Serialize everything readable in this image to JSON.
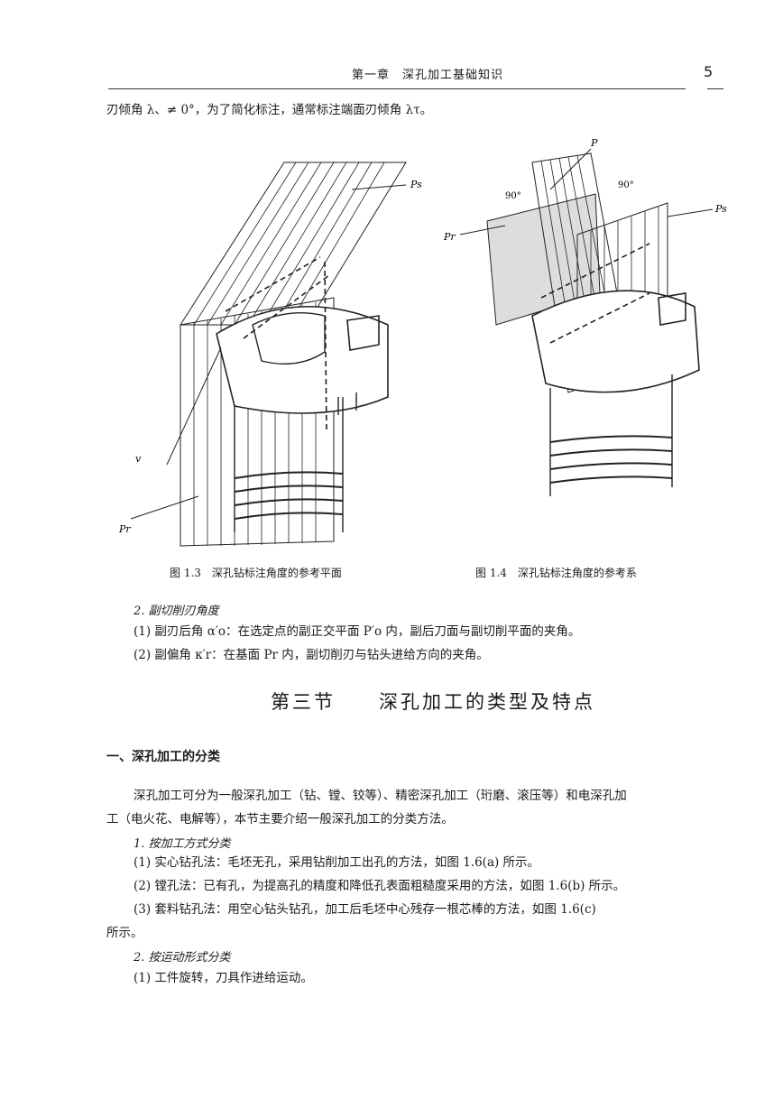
{
  "header": {
    "chapter_title": "第一章　深孔加工基础知识",
    "page_number": "5"
  },
  "intro_line": "刃倾角 λ、≠ 0°，为了简化标注，通常标注端面刃倾角 λτ。",
  "figures": {
    "fig3": {
      "caption": "图 1.3　深孔钻标注角度的参考平面",
      "labels": {
        "ps": "Ps",
        "v": "v",
        "pr": "Pr"
      }
    },
    "fig4": {
      "caption": "图 1.4　深孔钻标注角度的参考系",
      "labels": {
        "p": "P",
        "angle1": "90°",
        "angle2": "90°",
        "ps": "Ps",
        "pr": "Pr"
      }
    }
  },
  "sub_edge": {
    "heading": "2. 副切削刃角度",
    "items": [
      "(1) 副刃后角 α′o：在选定点的副正交平面 P′o 内，副后刀面与副切削平面的夹角。",
      "(2) 副偏角 κ′r：在基面 Pr 内，副切削刃与钻头进给方向的夹角。"
    ]
  },
  "section": {
    "title": "第三节　　深孔加工的类型及特点",
    "subtitle": "一、深孔加工的分类",
    "para_line1": "深孔加工可分为一般深孔加工（钻、镗、铰等）、精密深孔加工（珩磨、滚压等）和电深孔加",
    "para_line2": "工（电火花、电解等），本节主要介绍一般深孔加工的分类方法。",
    "h1": "1. 按加工方式分类",
    "m1": "(1) 实心钻孔法：毛坯无孔，采用钻削加工出孔的方法，如图 1.6(a) 所示。",
    "m2": "(2) 镗孔法：已有孔，为提高孔的精度和降低孔表面粗糙度采用的方法，如图 1.6(b) 所示。",
    "m3_line1": "(3) 套料钻孔法：用空心钻头钻孔，加工后毛坯中心残存一根芯棒的方法，如图 1.6(c)",
    "m3_line2": "所示。",
    "h2": "2. 按运动形式分类",
    "k1": "(1) 工件旋转，刀具作进给运动。"
  }
}
